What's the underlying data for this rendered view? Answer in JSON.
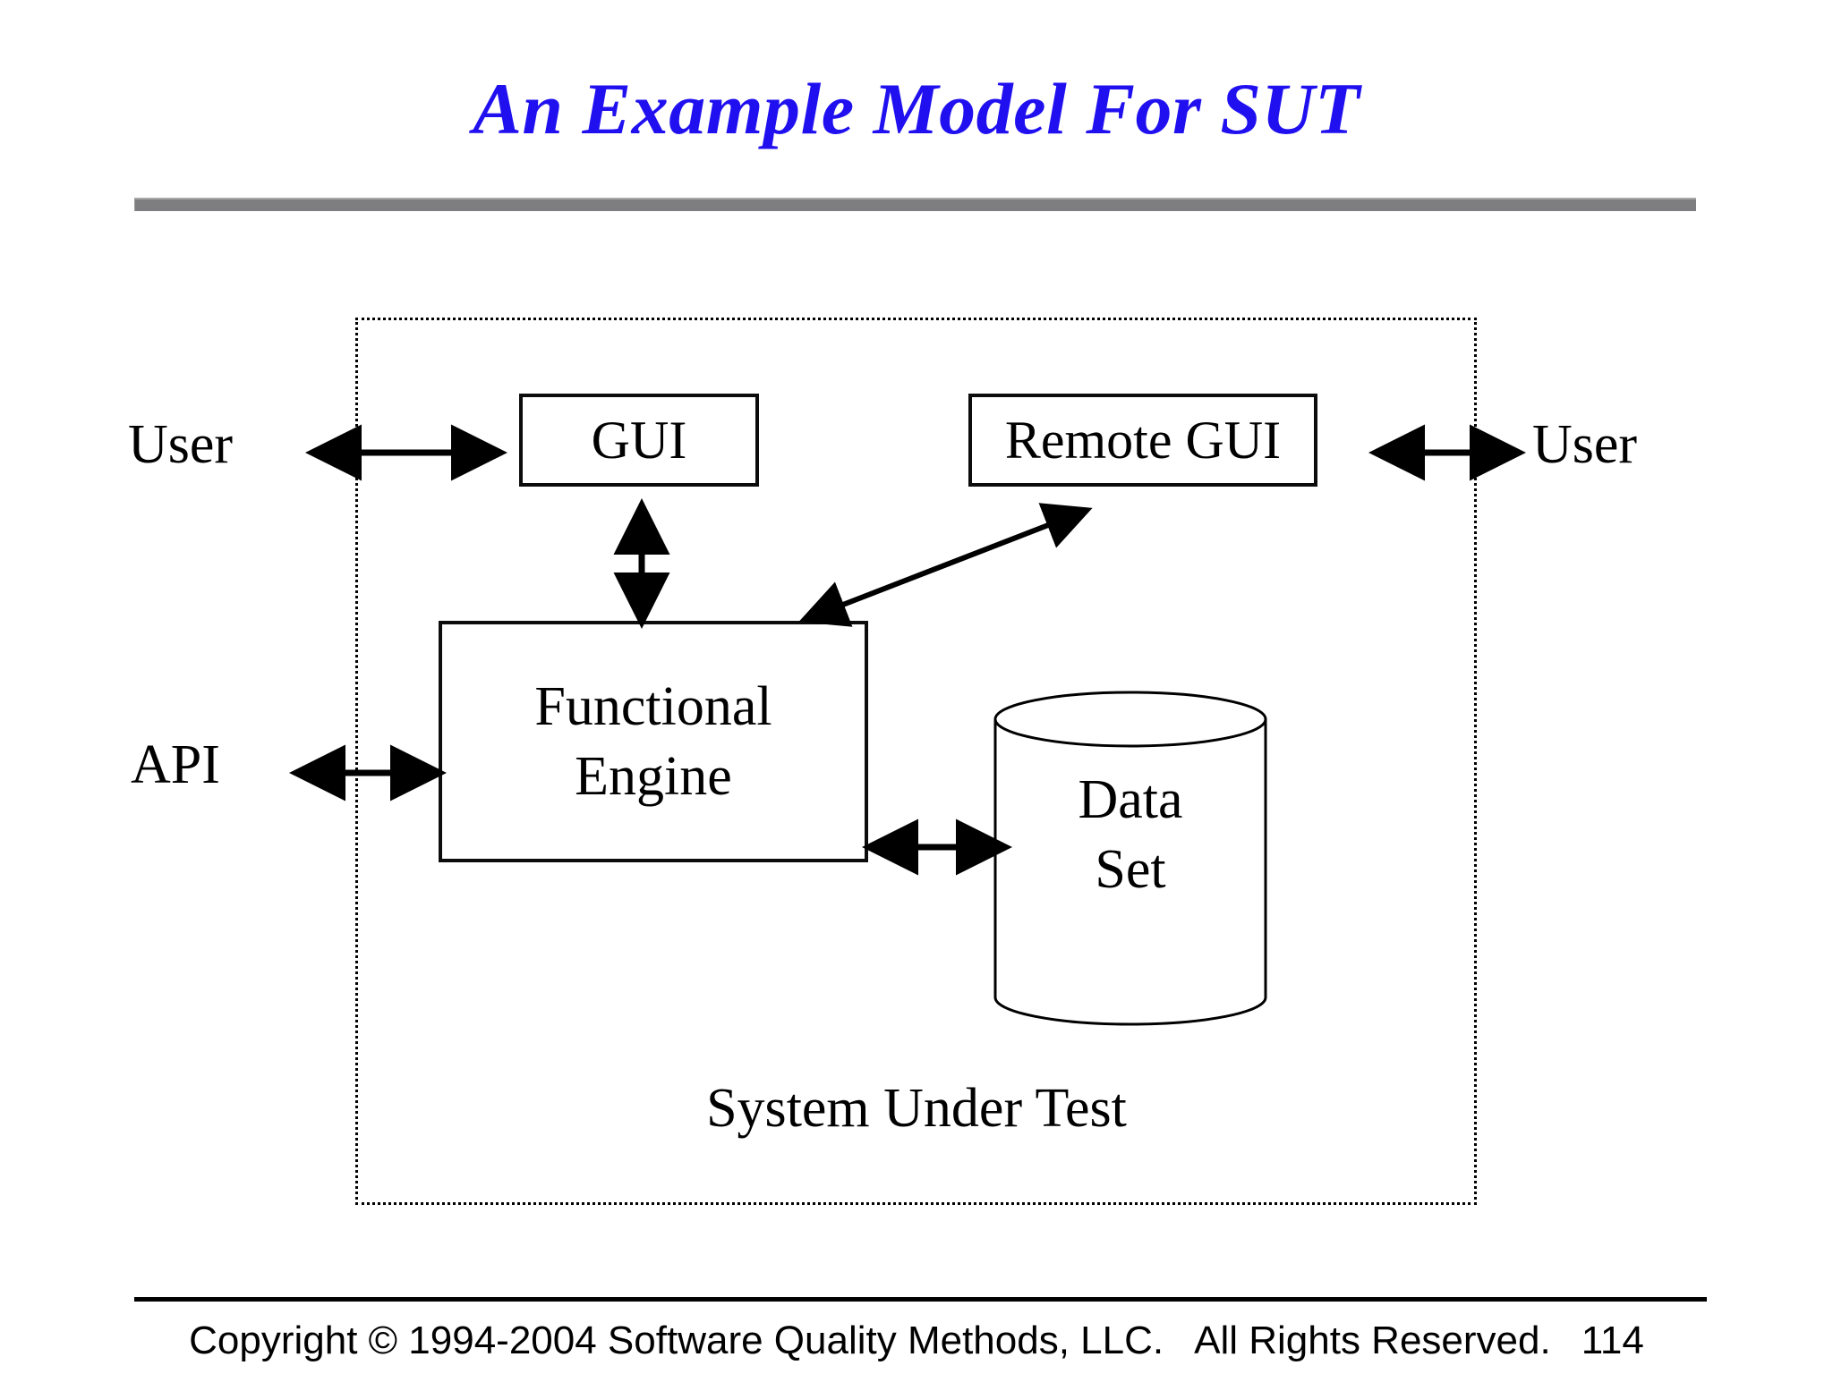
{
  "slide": {
    "title": "An Example Model For SUT",
    "title_color": "#2010f0",
    "rule_color": "#7e7e80",
    "background": "#ffffff"
  },
  "diagram": {
    "container_label": "System Under Test",
    "nodes": [
      {
        "id": "gui",
        "label": "GUI",
        "shape": "rect"
      },
      {
        "id": "remote-gui",
        "label": "Remote GUI",
        "shape": "rect"
      },
      {
        "id": "functional-engine",
        "label": "Functional\nEngine",
        "label_line1": "Functional",
        "label_line2": "Engine",
        "shape": "rect"
      },
      {
        "id": "data-set",
        "label": "Data Set",
        "label_line1": "Data",
        "label_line2": "Set",
        "shape": "cylinder"
      }
    ],
    "external_labels": [
      {
        "id": "user-left",
        "label": "User"
      },
      {
        "id": "user-right",
        "label": "User"
      },
      {
        "id": "api",
        "label": "API"
      }
    ],
    "edges": [
      {
        "from": "user-left",
        "to": "gui",
        "style": "double-arrow",
        "orientation": "horizontal"
      },
      {
        "from": "user-right",
        "to": "remote-gui",
        "style": "double-arrow",
        "orientation": "horizontal"
      },
      {
        "from": "api",
        "to": "functional-engine",
        "style": "double-arrow",
        "orientation": "horizontal"
      },
      {
        "from": "gui",
        "to": "functional-engine",
        "style": "double-arrow",
        "orientation": "vertical"
      },
      {
        "from": "functional-engine",
        "to": "remote-gui",
        "style": "double-arrow",
        "orientation": "diagonal"
      },
      {
        "from": "functional-engine",
        "to": "data-set",
        "style": "double-arrow",
        "orientation": "horizontal"
      }
    ],
    "stroke_color": "#000000"
  },
  "footer": {
    "copyright": "Copyright © 1994-2004 Software Quality Methods, LLC.",
    "rights": "All Rights Reserved.",
    "page_number": "114"
  }
}
